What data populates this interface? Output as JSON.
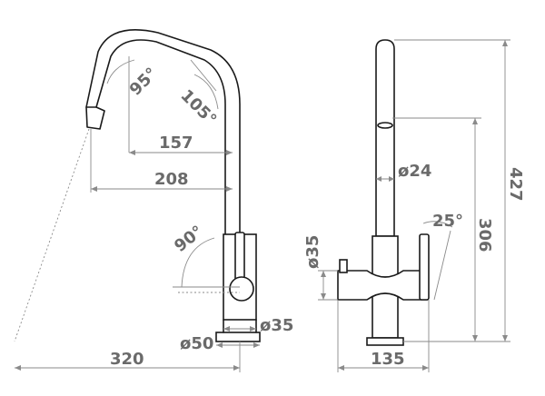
{
  "dimensions": {
    "angle_95": "95°",
    "angle_105": "105°",
    "angle_90": "90°",
    "angle_25": "25°",
    "len_157": "157",
    "len_208": "208",
    "len_320": "320",
    "dia_24": "ø24",
    "dia_35_side": "ø35",
    "dia_50": "ø50",
    "dia_35_front": "ø35",
    "height_306": "306",
    "height_427": "427",
    "width_135": "135"
  }
}
